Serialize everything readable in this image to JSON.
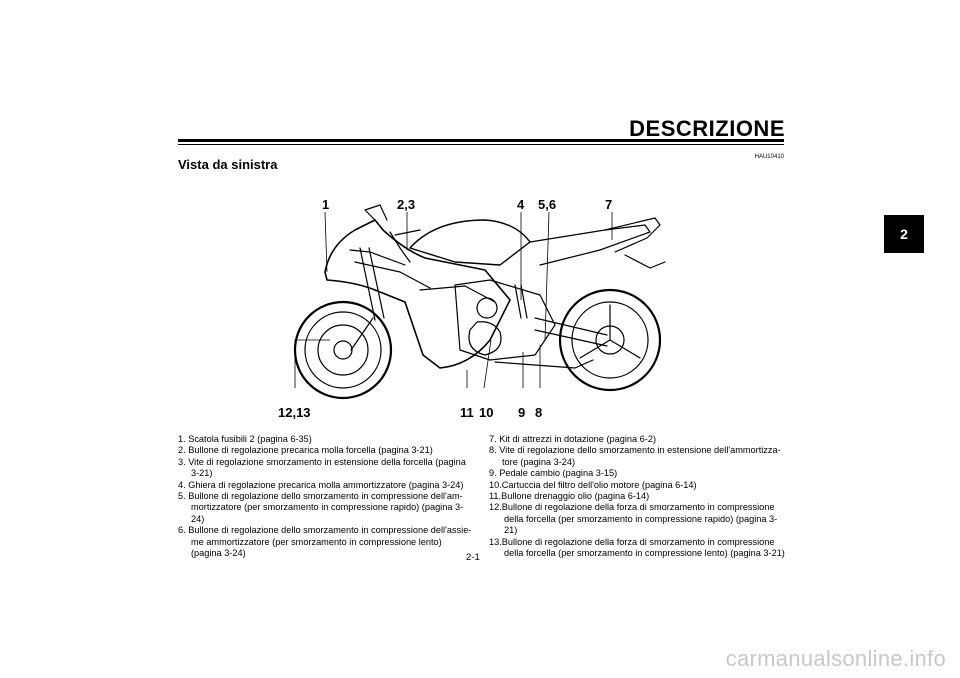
{
  "header": {
    "chapter_title": "DESCRIZIONE",
    "chapter_tab": "2"
  },
  "section": {
    "code": "HAU10410",
    "title": "Vista da sinistra"
  },
  "figure": {
    "callouts": {
      "c1": "1",
      "c23": "2,3",
      "c4": "4",
      "c56": "5,6",
      "c7": "7",
      "c1213": "12,13",
      "c11": "11",
      "c10": "10",
      "c9": "9",
      "c8": "8"
    }
  },
  "list_left": [
    "1. Scatola fusibili 2 (pagina 6-35)",
    "2. Bullone di regolazione precarica molla forcella (pagina 3-21)",
    "3. Vite di regolazione smorzamento in estensione della forcella (pagina 3-21)",
    "4. Ghiera di regolazione precarica molla ammortizzatore (pagina 3-24)",
    "5. Bullone di regolazione dello smorzamento in compressione dell'am-mortizzatore (per smorzamento in compressione rapido) (pagina 3-24)",
    "6. Bullone di regolazione dello smorzamento in compressione dell'assie-me ammortizzatore (per smorzamento in compressione lento) (pagina 3-24)"
  ],
  "list_right": [
    "7. Kit di attrezzi in dotazione (pagina 6-2)",
    "8. Vite di regolazione dello smorzamento in estensione dell'ammortizza-tore (pagina 3-24)",
    "9. Pedale cambio (pagina 3-15)",
    "10.Cartuccia del filtro dell'olio motore (pagina 6-14)",
    "11.Bullone drenaggio olio (pagina 6-14)",
    "12.Bullone di regolazione della forza di smorzamento in compressione della forcella (per smorzamento in compressione rapido) (pagina 3-21)",
    "13.Bullone di regolazione della forza di smorzamento in compressione della forcella (per smorzamento in compressione lento) (pagina 3-21)"
  ],
  "footer": {
    "page_number": "2-1",
    "watermark": "carmanualsonline.info"
  }
}
